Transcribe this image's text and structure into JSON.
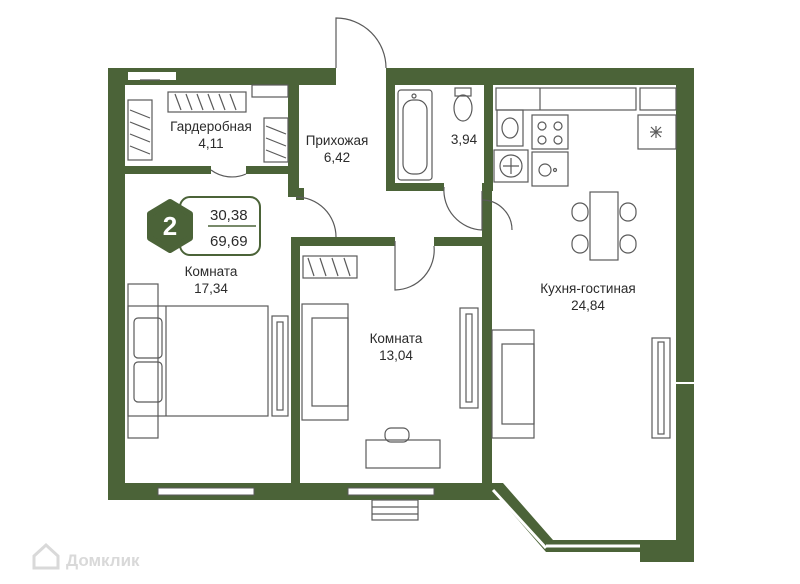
{
  "colors": {
    "wall": "#4b6338",
    "furniture": "#5a5a5a",
    "background": "#ffffff",
    "badge": "#4b6338"
  },
  "badge": {
    "rooms": "2",
    "living_area": "30,38",
    "total_area": "69,69"
  },
  "rooms": {
    "wardrobe": {
      "name": "Гардеробная",
      "area": "4,11"
    },
    "hallway": {
      "name": "Прихожая",
      "area": "6,42"
    },
    "bathroom": {
      "area": "3,94"
    },
    "room1": {
      "name": "Комната",
      "area": "17,34"
    },
    "room2": {
      "name": "Комната",
      "area": "13,04"
    },
    "kitchen": {
      "name": "Кухня-гостиная",
      "area": "24,84"
    }
  },
  "watermark": {
    "text": "Домклик",
    "icon": "house-icon"
  }
}
